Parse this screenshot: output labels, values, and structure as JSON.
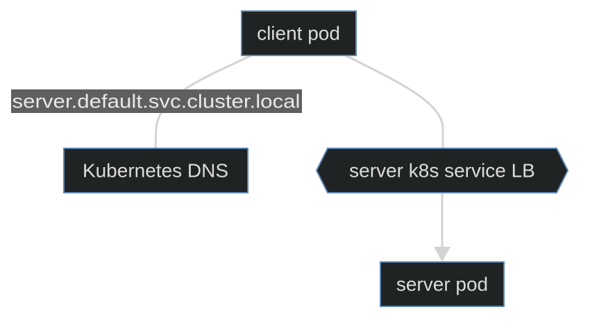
{
  "diagram": {
    "colors": {
      "node_fill": "#202324",
      "node_border": "#5b86b5",
      "node_text": "#dcdcdc",
      "edge": "#d3d3d3",
      "edge_label_bg": "#5f5f5f",
      "edge_label_text": "#e8e8e8"
    },
    "nodes": {
      "client_pod": {
        "label": "client pod",
        "shape": "rectangle"
      },
      "kubernetes_dns": {
        "label": "Kubernetes DNS",
        "shape": "rectangle"
      },
      "server_service_lb": {
        "label": "server k8s service LB",
        "shape": "hexagon"
      },
      "server_pod": {
        "label": "server pod",
        "shape": "rectangle"
      }
    },
    "edges": {
      "client_to_dns": {
        "from": "client pod",
        "to": "Kubernetes DNS",
        "label": "server.default.svc.cluster.local",
        "arrow": false
      },
      "client_to_lb": {
        "from": "client pod",
        "to": "server k8s service LB",
        "label": "",
        "arrow": false
      },
      "lb_to_server": {
        "from": "server k8s service LB",
        "to": "server pod",
        "label": "",
        "arrow": true
      }
    }
  }
}
